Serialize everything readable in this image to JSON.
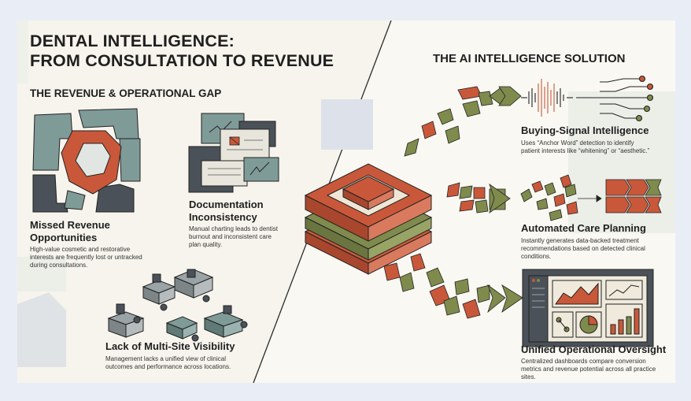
{
  "title": {
    "line1": "DENTAL INTELLIGENCE:",
    "line2": "FROM CONSULTATION TO REVENUE"
  },
  "left": {
    "heading": "THE REVENUE & OPERATIONAL GAP",
    "items": [
      {
        "title_lines": [
          "Missed Revenue",
          "Opportunities"
        ],
        "desc_lines": [
          "High-value cosmetic and restorative",
          "interests are frequently lost or untracked",
          "during consultations."
        ]
      },
      {
        "title_lines": [
          "Documentation",
          "Inconsistency"
        ],
        "desc_lines": [
          "Manual charting leads to dentist",
          "burnout and inconsistent care",
          "plan quality."
        ]
      },
      {
        "title_lines": [
          "Lack of Multi-Site Visibility"
        ],
        "desc_lines": [
          "Management lacks a unified view of clinical",
          "outcomes and performance across locations."
        ]
      }
    ]
  },
  "right": {
    "heading": "THE AI INTELLIGENCE SOLUTION",
    "items": [
      {
        "title": "Buying-Signal Intelligence",
        "desc_lines": [
          "Uses “Anchor Word” detection to identify",
          "patient interests like “whitening” or “aesthetic.”"
        ]
      },
      {
        "title": "Automated Care Planning",
        "desc_lines": [
          "Instantly generates data-backed treatment",
          "recommendations based on detected clinical",
          "conditions."
        ]
      },
      {
        "title": "Unified Operational Oversight",
        "desc_lines": [
          "Centralized dashboards compare conversion",
          "metrics and revenue potential across all practice",
          "sites."
        ]
      }
    ]
  },
  "colors": {
    "orange": "#c9583a",
    "olive": "#7f8b4c",
    "teal_gray": "#7f9b98",
    "dark_slate": "#4a5158",
    "gray": "#b8bcc0",
    "cream": "#f6f4ec",
    "backdrop": "#e9eef6"
  },
  "icons": [
    "cracked-tooth-icon",
    "documents-icon",
    "buildings-network-icon",
    "ai-chip-icon",
    "soundwave-network-icon",
    "care-plan-blocks-icon",
    "dashboard-icon"
  ]
}
